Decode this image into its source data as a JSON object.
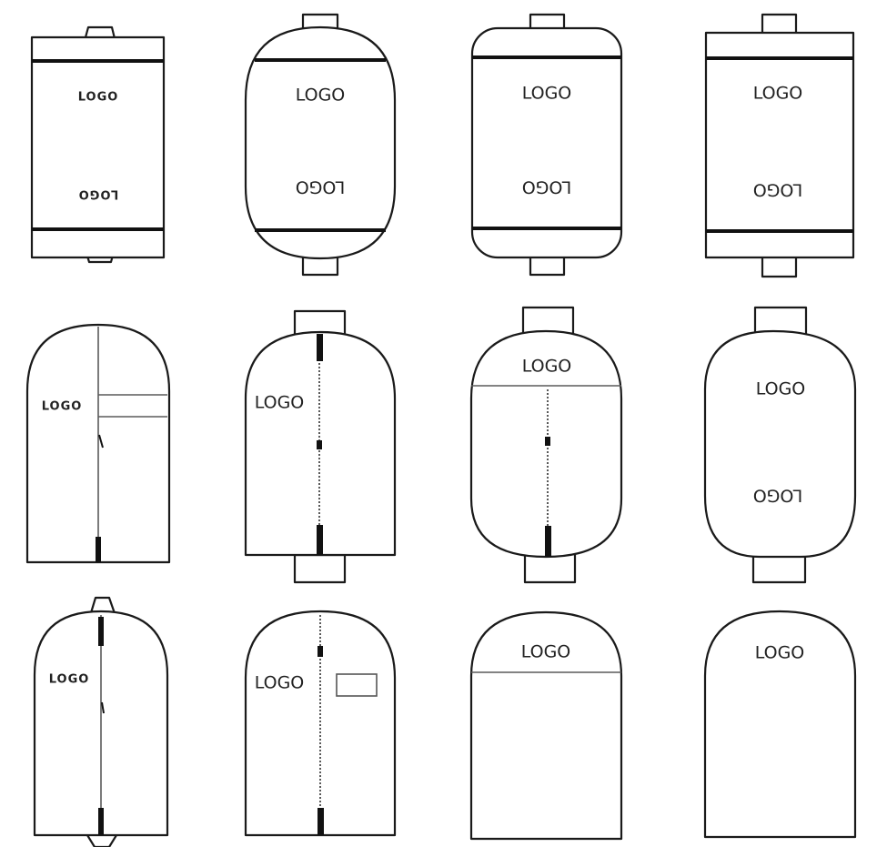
{
  "logo_text": "LOGO",
  "items": [
    {
      "id": 1,
      "shape": "rect-handles-trapezoid",
      "logos": 2
    },
    {
      "id": 2,
      "shape": "oval-handles",
      "logos": 2
    },
    {
      "id": 3,
      "shape": "rounded-rect-handles",
      "logos": 2
    },
    {
      "id": 4,
      "shape": "rect-handles",
      "logos": 2
    },
    {
      "id": 5,
      "shape": "arch-zip-pocket",
      "logos": 1
    },
    {
      "id": 6,
      "shape": "arch-zip-handles",
      "logos": 1
    },
    {
      "id": 7,
      "shape": "oval-zip-handles",
      "logos": 1
    },
    {
      "id": 8,
      "shape": "rounded-handles",
      "logos": 2
    },
    {
      "id": 9,
      "shape": "arch-zip-hanger",
      "logos": 1
    },
    {
      "id": 10,
      "shape": "arch-zip-window",
      "logos": 1
    },
    {
      "id": 11,
      "shape": "arch-topband",
      "logos": 1
    },
    {
      "id": 12,
      "shape": "arch-plain",
      "logos": 1
    }
  ]
}
